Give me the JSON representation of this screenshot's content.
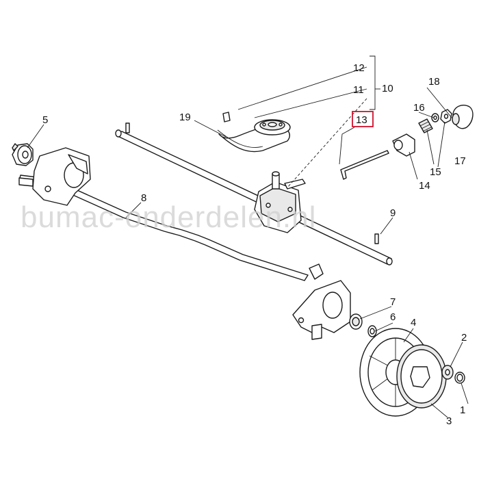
{
  "diagram": {
    "watermark": "bumac-onderdelen.nl",
    "highlighted_part": "13",
    "part_numbers": [
      "1",
      "2",
      "3",
      "4",
      "5",
      "6",
      "7",
      "8",
      "9",
      "10",
      "11",
      "12",
      "13",
      "14",
      "15",
      "16",
      "17",
      "18",
      "19"
    ]
  }
}
